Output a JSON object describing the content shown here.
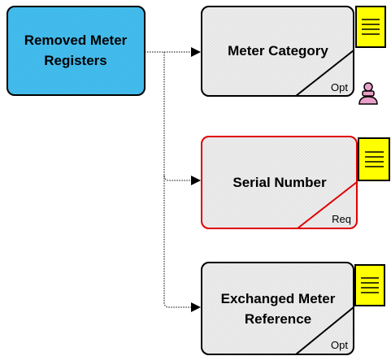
{
  "root": {
    "label_line1": "Removed Meter",
    "label_line2": "Registers",
    "fill": "#3db8ea"
  },
  "children": [
    {
      "label_line1": "Meter Category",
      "label_line2": "",
      "tag": "Opt",
      "border": "#000000",
      "has_user_icon": true
    },
    {
      "label_line1": "Serial Number",
      "label_line2": "",
      "tag": "Req",
      "border": "#e00000",
      "has_user_icon": false
    },
    {
      "label_line1": "Exchanged Meter",
      "label_line2": "Reference",
      "tag": "Opt",
      "border": "#000000",
      "has_user_icon": false
    }
  ],
  "colors": {
    "note_fill": "#ffff00",
    "node_fill": "#ececec",
    "connector": "#555555"
  },
  "icons": {
    "note": "note-icon",
    "user": "user-icon"
  }
}
